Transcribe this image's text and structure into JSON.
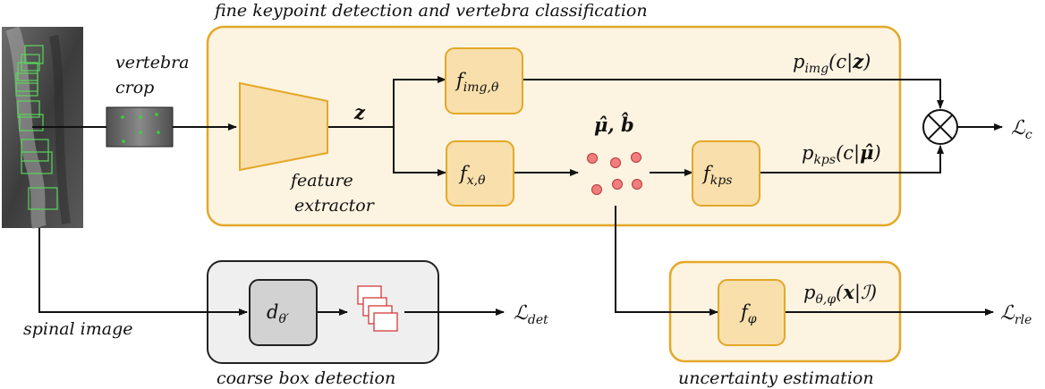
{
  "panels": {
    "fine": {
      "caption": "fine keypoint detection and vertebra classification"
    },
    "coarse": {
      "caption": "coarse box detection"
    },
    "uncertainty": {
      "caption": "uncertainty estimation"
    }
  },
  "labels": {
    "vertebra_crop_line1": "vertebra",
    "vertebra_crop_line2": "crop",
    "spinal_image": "spinal image",
    "feature_line1": "feature",
    "feature_line2": "extractor",
    "z": "z"
  },
  "modules": {
    "f_img": {
      "base": "f",
      "sub": "img,θ"
    },
    "f_x": {
      "base": "f",
      "sub": "x,θ"
    },
    "f_kps": {
      "base": "f",
      "sub": "kps"
    },
    "f_phi": {
      "base": "f",
      "sub": "φ"
    },
    "d_theta": {
      "base": "d",
      "sub": "θ′"
    }
  },
  "expressions": {
    "p_img": {
      "base": "p",
      "sub": "img",
      "rest": "(c|",
      "bold": "z",
      "tail": ")"
    },
    "p_kps": {
      "base": "p",
      "sub": "kps",
      "rest": "(c|",
      "bold": "μ̂",
      "tail": ")"
    },
    "p_rle": {
      "base": "p",
      "sub": "θ,φ",
      "rest": "(",
      "bold": "x",
      "tail": "|ℐ)"
    },
    "mu_b": "μ̂, b̂"
  },
  "losses": {
    "L_c": {
      "base": "ℒ",
      "sub": "c"
    },
    "L_det": {
      "base": "ℒ",
      "sub": "det"
    },
    "L_rle": {
      "base": "ℒ",
      "sub": "rle"
    }
  }
}
